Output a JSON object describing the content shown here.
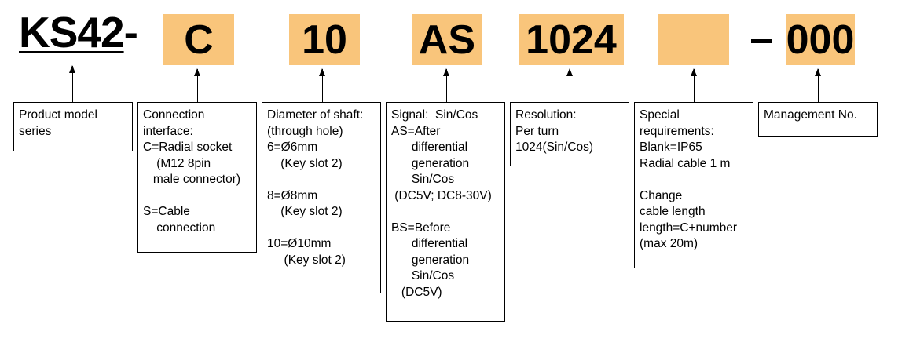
{
  "code": {
    "prefix": "KS42",
    "prefix_dash": "-",
    "segments": [
      "C",
      "10",
      "AS",
      "1024",
      "",
      "000"
    ],
    "highlight_color": "#f9c57b"
  },
  "boxes": {
    "product_model": "Product model\nseries",
    "connection": "Connection\ninterface:\nC=Radial socket\n    (M12 8pin\n   male connector)\n\nS=Cable\n    connection",
    "shaft": "Diameter of shaft:\n(through hole)\n6=Ø6mm\n    (Key slot 2)\n\n8=Ø8mm\n    (Key slot 2)\n\n10=Ø10mm\n     (Key slot 2)",
    "signal": "Signal:  Sin/Cos\nAS=After\n      differential\n      generation\n      Sin/Cos\n (DC5V; DC8-30V)\n\nBS=Before\n      differential\n      generation\n      Sin/Cos\n   (DC5V)",
    "resolution": "Resolution:\nPer turn\n1024(Sin/Cos)",
    "special": "Special\nrequirements:\nBlank=IP65\nRadial cable 1 m\n\nChange\ncable length\nlength=C+number\n(max 20m)",
    "management": "Management No."
  }
}
